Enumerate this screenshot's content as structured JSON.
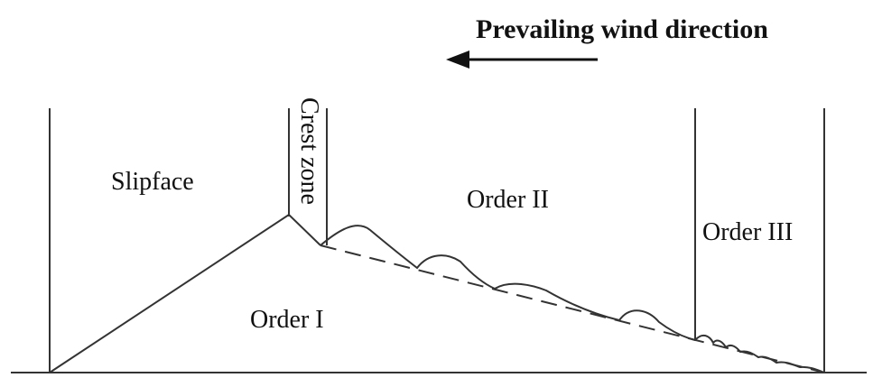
{
  "title": "Prevailing wind direction",
  "labels": {
    "slipface": "Slipface",
    "crest_zone": "Crest zone",
    "order_1": "Order I",
    "order_2": "Order II",
    "order_3": "Order III"
  },
  "colors": {
    "line": "#333333",
    "text": "#111111",
    "background": "#ffffff"
  }
}
